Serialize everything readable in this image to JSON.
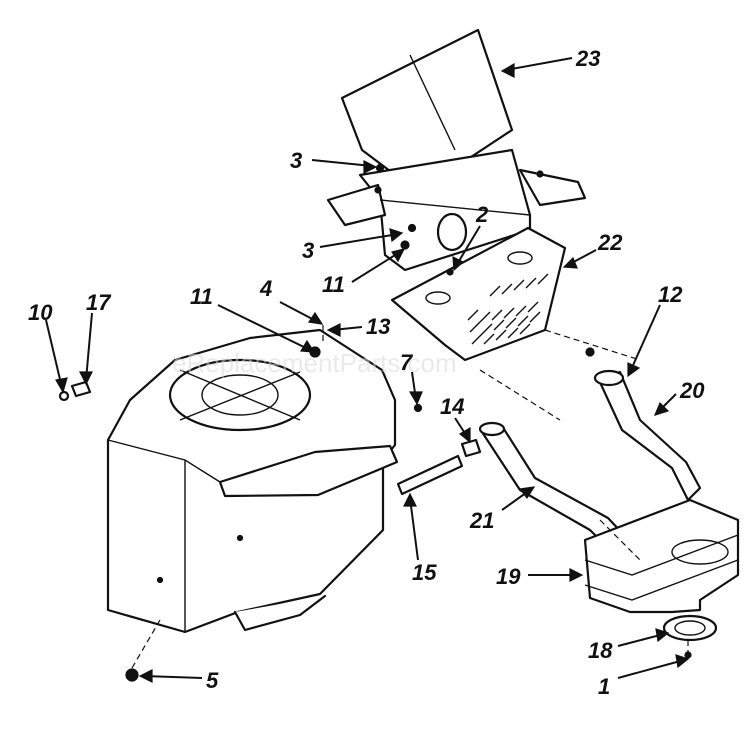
{
  "watermark": "eReplacementParts.com",
  "callouts": [
    {
      "id": "c23",
      "label": "23"
    },
    {
      "id": "c3a",
      "label": "3"
    },
    {
      "id": "c3b",
      "label": "3"
    },
    {
      "id": "c2",
      "label": "2"
    },
    {
      "id": "c11a",
      "label": "11"
    },
    {
      "id": "c22",
      "label": "22"
    },
    {
      "id": "c4",
      "label": "4"
    },
    {
      "id": "c13",
      "label": "13"
    },
    {
      "id": "c11b",
      "label": "11"
    },
    {
      "id": "c10",
      "label": "10"
    },
    {
      "id": "c17",
      "label": "17"
    },
    {
      "id": "c7",
      "label": "7"
    },
    {
      "id": "c12",
      "label": "12"
    },
    {
      "id": "c20",
      "label": "20"
    },
    {
      "id": "c14",
      "label": "14"
    },
    {
      "id": "c21",
      "label": "21"
    },
    {
      "id": "c15",
      "label": "15"
    },
    {
      "id": "c19",
      "label": "19"
    },
    {
      "id": "c18",
      "label": "18"
    },
    {
      "id": "c1",
      "label": "1"
    },
    {
      "id": "c5",
      "label": "5"
    }
  ],
  "colors": {
    "line": "#111111",
    "paper": "#ffffff",
    "watermark": "#d9d9d9"
  }
}
